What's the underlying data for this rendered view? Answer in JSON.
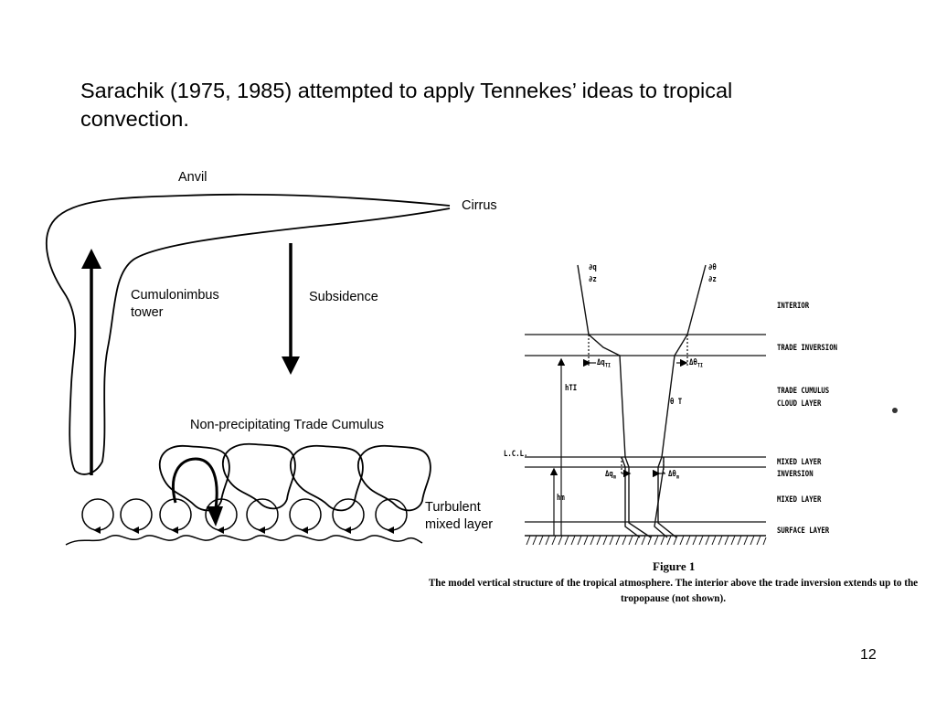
{
  "slide": {
    "heading": "Sarachik (1975, 1985) attempted to apply Tennekes’ ideas to tropical convection.",
    "page_number": "12"
  },
  "sketch": {
    "anvil": "Anvil",
    "cirrus": "Cirrus",
    "cumulonimbus_line1": "Cumulonimbus",
    "cumulonimbus_line2": "tower",
    "subsidence": "Subsidence",
    "trade_cumulus": "Non-precipitating Trade Cumulus",
    "turbulent_line1": "Turbulent",
    "turbulent_line2": "mixed layer"
  },
  "figure": {
    "dq_top": "∂q",
    "dq_bottom": "∂z",
    "dtheta_top": "∂θ",
    "dtheta_bottom": "∂z",
    "interior": "INTERIOR",
    "trade_inversion": "TRADE INVERSION",
    "trade_cumulus_line1": "TRADE CUMULUS",
    "trade_cumulus_line2": "CLOUD LAYER",
    "mixed_layer_inversion_line1": "MIXED LAYER",
    "mixed_layer_inversion_line2": "INVERSION",
    "mixed_layer": "MIXED LAYER",
    "surface_layer": "SURFACE LAYER",
    "lcl": "L.C.L.",
    "h_ti": "hTI",
    "h_m": "hm",
    "theta_t": "θ T",
    "delta_q_ti": "Δq",
    "delta_q_ti_sub": "TI",
    "delta_theta_ti": "Δθ",
    "delta_theta_ti_sub": "TI",
    "delta_q_m": "Δq",
    "delta_q_m_sub": "m",
    "delta_theta_m": "Δθ",
    "delta_theta_m_sub": "m",
    "title": "Figure 1",
    "caption": "The model vertical structure of the tropical atmosphere. The interior above the trade inversion extends up to the tropopause (not shown)."
  }
}
